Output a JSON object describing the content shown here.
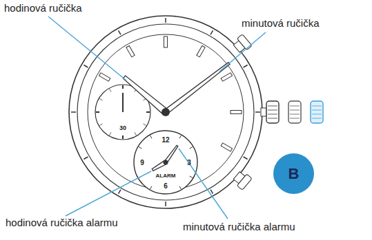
{
  "diagram": {
    "nodes": [
      {
        "text": [
          "B"
        ]
      }
    ],
    "labels": [
      "hodinová ručička",
      "minutová ručička",
      "hodinová ručička alarmu",
      "minutová ručička alarmu",
      "12",
      "9",
      "3",
      "6",
      "ALARM",
      "30"
    ]
  }
}
